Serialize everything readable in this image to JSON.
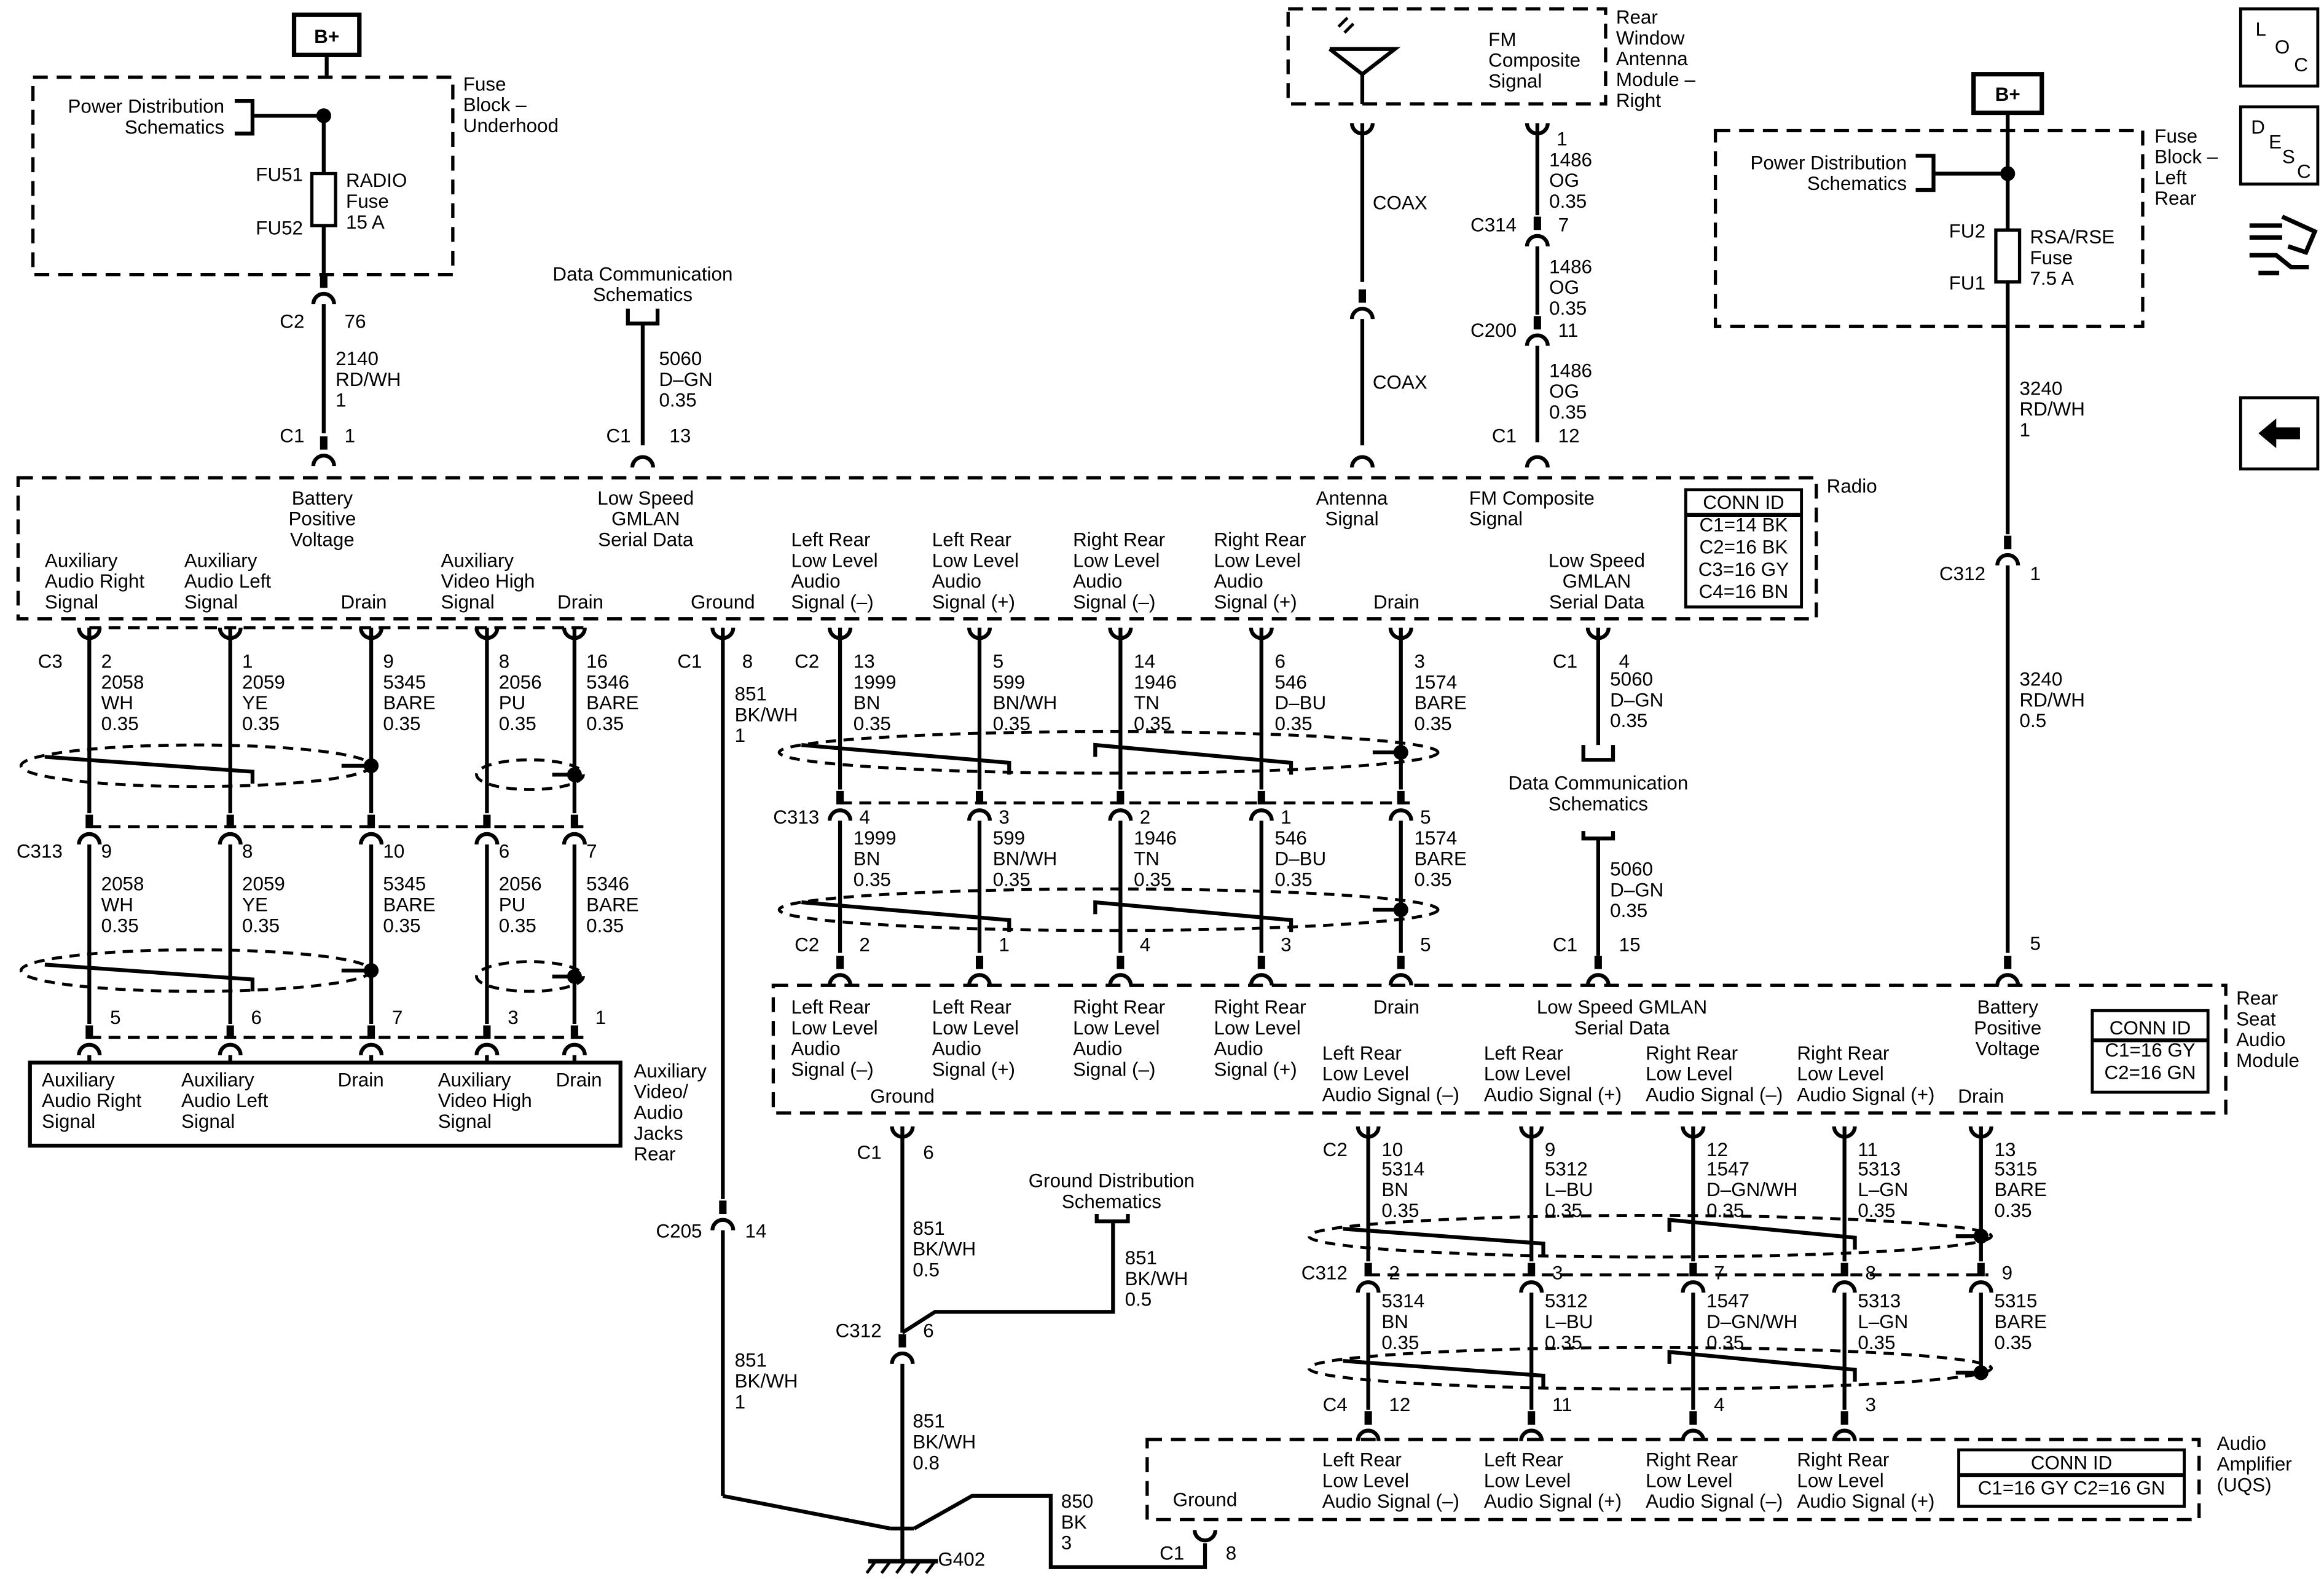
{
  "power_left": {
    "bplus": "B+",
    "power_label": [
      "Power Distribution",
      "Schematics"
    ],
    "fuse_block": [
      "Fuse",
      "Block –",
      "Underhood"
    ],
    "fu_top": "FU51",
    "fu_bottom": "FU52",
    "fuse_text": [
      "RADIO",
      "Fuse",
      "15 A"
    ],
    "c2": "C2",
    "pin76": "76",
    "wire": [
      "2140",
      "RD/WH",
      "1"
    ]
  },
  "data_comm_top": {
    "label": [
      "Data Communication",
      "Schematics"
    ],
    "wire": [
      "5060",
      "D–GN",
      "0.35"
    ]
  },
  "antenna_module": {
    "label": [
      "Rear",
      "Window",
      "Antenna",
      "Module –",
      "Right"
    ],
    "fm_label": [
      "FM",
      "Composite",
      "Signal"
    ],
    "coax": "COAX"
  },
  "fm_wire": {
    "pin1": "1",
    "seg1": [
      "1486",
      "OG",
      "0.35"
    ],
    "c314": "C314",
    "pin7": "7",
    "seg2": [
      "1486",
      "OG",
      "0.35"
    ],
    "c200": "C200",
    "pin11": "11",
    "seg3": [
      "1486",
      "OG",
      "0.35"
    ]
  },
  "power_right": {
    "bplus": "B+",
    "power_label": [
      "Power Distribution",
      "Schematics"
    ],
    "fuse_block": [
      "Fuse",
      "Block –",
      "Left",
      "Rear"
    ],
    "fu_top": "FU2",
    "fu_bottom": "FU1",
    "fuse_text": [
      "RSA/RSE",
      "Fuse",
      "7.5 A"
    ],
    "wire1": [
      "3240",
      "RD/WH",
      "1"
    ],
    "c312": "C312",
    "pin1": "1",
    "wire2": [
      "3240",
      "RD/WH",
      "0.5"
    ],
    "pin5": "5"
  },
  "radio": {
    "title": "Radio",
    "top_labels": [
      [
        "Battery",
        "Positive",
        "Voltage"
      ],
      [
        "Low Speed",
        "GMLAN",
        "Serial Data"
      ],
      [
        "Antenna",
        "Signal"
      ],
      [
        "FM Composite",
        "Signal"
      ]
    ],
    "top_pins": {
      "c1a": "C1",
      "p1": "1",
      "c1b": "C1",
      "p13": "13",
      "c1c": "C1",
      "p12": "12"
    },
    "conn_id": [
      "CONN ID",
      "C1=14 BK",
      "C2=16 BK",
      "C3=16 GY",
      "C4=16 BN"
    ],
    "bottom_labels": [
      [
        "Auxiliary",
        "Audio Right",
        "Signal"
      ],
      [
        "Auxiliary",
        "Audio Left",
        "Signal"
      ],
      [
        "Drain"
      ],
      [
        "Auxiliary",
        "Video High",
        "Signal"
      ],
      [
        "Drain"
      ],
      [
        "Ground"
      ],
      [
        "Left Rear",
        "Low Level",
        "Audio",
        "Signal (–)"
      ],
      [
        "Left Rear",
        "Low Level",
        "Audio",
        "Signal (+)"
      ],
      [
        "Right Rear",
        "Low Level",
        "Audio",
        "Signal (–)"
      ],
      [
        "Right Rear",
        "Low Level",
        "Audio",
        "Signal (+)"
      ],
      [
        "Drain"
      ],
      [
        "Low Speed",
        "GMLAN",
        "Serial Data"
      ]
    ]
  },
  "aux": {
    "c3": "C3",
    "c313": "C313",
    "pins_top": [
      "2",
      "1",
      "9",
      "8",
      "16"
    ],
    "seg1": [
      [
        "2058",
        "WH",
        "0.35"
      ],
      [
        "2059",
        "YE",
        "0.35"
      ],
      [
        "5345",
        "BARE",
        "0.35"
      ],
      [
        "2056",
        "PU",
        "0.35"
      ],
      [
        "5346",
        "BARE",
        "0.35"
      ]
    ],
    "pins_mid": [
      "9",
      "8",
      "10",
      "6",
      "7"
    ],
    "seg2": [
      [
        "2058",
        "WH",
        "0.35"
      ],
      [
        "2059",
        "YE",
        "0.35"
      ],
      [
        "5345",
        "BARE",
        "0.35"
      ],
      [
        "2056",
        "PU",
        "0.35"
      ],
      [
        "5346",
        "BARE",
        "0.35"
      ]
    ],
    "pins_bot": [
      "5",
      "6",
      "7",
      "3",
      "1"
    ],
    "box_labels": [
      [
        "Auxiliary",
        "Audio Right",
        "Signal"
      ],
      [
        "Auxiliary",
        "Audio Left",
        "Signal"
      ],
      [
        "Drain"
      ],
      [
        "Auxiliary",
        "Video High",
        "Signal"
      ],
      [
        "Drain"
      ]
    ],
    "box_title": [
      "Auxiliary",
      "Video/",
      "Audio",
      "Jacks",
      "Rear"
    ]
  },
  "ground": {
    "c1": "C1",
    "p8": "8",
    "wire1": [
      "851",
      "BK/WH",
      "1"
    ],
    "c205": "C205",
    "p14": "14",
    "wire2": [
      "851",
      "BK/WH",
      "1"
    ],
    "g402": "G402",
    "wire850": [
      "850",
      "BK",
      "3"
    ],
    "c1b": "C1",
    "p8b": "8"
  },
  "ground_rsam": {
    "c1": "C1",
    "p6": "6",
    "wire1": [
      "851",
      "BK/WH",
      "0.5"
    ],
    "c312": "C312",
    "p6b": "6",
    "wire2": [
      "851",
      "BK/WH",
      "0.8"
    ],
    "gd_label": [
      "Ground Distribution",
      "Schematics"
    ],
    "gd_wire": [
      "851",
      "BK/WH",
      "0.5"
    ]
  },
  "speakers": {
    "c2": "C2",
    "c313": "C313",
    "c2b": "C2",
    "pins_top": [
      "13",
      "5",
      "14",
      "6",
      "3"
    ],
    "seg1": [
      [
        "1999",
        "BN",
        "0.35"
      ],
      [
        "599",
        "BN/WH",
        "0.35"
      ],
      [
        "1946",
        "TN",
        "0.35"
      ],
      [
        "546",
        "D–BU",
        "0.35"
      ],
      [
        "1574",
        "BARE",
        "0.35"
      ]
    ],
    "pins_mid": [
      "4",
      "3",
      "2",
      "1",
      "5"
    ],
    "seg2": [
      [
        "1999",
        "BN",
        "0.35"
      ],
      [
        "599",
        "BN/WH",
        "0.35"
      ],
      [
        "1946",
        "TN",
        "0.35"
      ],
      [
        "546",
        "D–BU",
        "0.35"
      ],
      [
        "1574",
        "BARE",
        "0.35"
      ]
    ],
    "pins_bot": [
      "2",
      "1",
      "4",
      "3",
      "5"
    ]
  },
  "gmlan": {
    "c1": "C1",
    "p4": "4",
    "wire1": [
      "5060",
      "D–GN",
      "0.35"
    ],
    "label": [
      "Data Communication",
      "Schematics"
    ],
    "wire2": [
      "5060",
      "D–GN",
      "0.35"
    ],
    "c1b": "C1",
    "p15": "15"
  },
  "rsam": {
    "title": [
      "Rear",
      "Seat",
      "Audio",
      "Module"
    ],
    "labels": [
      [
        "Left Rear",
        "Low Level",
        "Audio",
        "Signal (–)"
      ],
      [
        "Left Rear",
        "Low Level",
        "Audio",
        "Signal (+)"
      ],
      [
        "Right Rear",
        "Low Level",
        "Audio",
        "Signal (–)"
      ],
      [
        "Right Rear",
        "Low Level",
        "Audio",
        "Signal (+)"
      ],
      [
        "Drain"
      ],
      [
        "Low Speed GMLAN",
        "Serial Data"
      ],
      [
        "Battery",
        "Positive",
        "Voltage"
      ]
    ],
    "ground": "Ground",
    "conn_id": [
      "CONN ID",
      "C1=16 GY",
      "C2=16 GN"
    ],
    "lower_labels": [
      [
        "Left Rear",
        "Low Level",
        "Audio Signal (–)"
      ],
      [
        "Left Rear",
        "Low Level",
        "Audio Signal (+)"
      ],
      [
        "Right Rear",
        "Low Level",
        "Audio Signal (–)"
      ],
      [
        "Right Rear",
        "Low Level",
        "Audio Signal (+)"
      ],
      [
        "Drain"
      ]
    ]
  },
  "amp_wires": {
    "c2": "C2",
    "c312": "C312",
    "c4": "C4",
    "pins_top": [
      "10",
      "9",
      "12",
      "11",
      "13"
    ],
    "seg1": [
      [
        "5314",
        "BN",
        "0.35"
      ],
      [
        "5312",
        "L–BU",
        "0.35"
      ],
      [
        "1547",
        "D–GN/WH",
        "0.35"
      ],
      [
        "5313",
        "L–GN",
        "0.35"
      ],
      [
        "5315",
        "BARE",
        "0.35"
      ]
    ],
    "pins_mid": [
      "2",
      "3",
      "7",
      "8",
      "9"
    ],
    "seg2": [
      [
        "5314",
        "BN",
        "0.35"
      ],
      [
        "5312",
        "L–BU",
        "0.35"
      ],
      [
        "1547",
        "D–GN/WH",
        "0.35"
      ],
      [
        "5313",
        "L–GN",
        "0.35"
      ],
      [
        "5315",
        "BARE",
        "0.35"
      ]
    ],
    "pins_bot": [
      "12",
      "11",
      "4",
      "3"
    ]
  },
  "amplifier": {
    "title": [
      "Audio",
      "Amplifier",
      "(UQS)"
    ],
    "labels": [
      [
        "Left Rear",
        "Low Level",
        "Audio Signal (–)"
      ],
      [
        "Left Rear",
        "Low Level",
        "Audio Signal (+)"
      ],
      [
        "Right Rear",
        "Low Level",
        "Audio Signal (–)"
      ],
      [
        "Right Rear",
        "Low Level",
        "Audio Signal (+)"
      ]
    ],
    "ground": "Ground",
    "conn_id": [
      "CONN ID",
      "C1=16 GY   C2=16 GN"
    ]
  },
  "nav": {
    "loc": [
      "L",
      "O",
      "C"
    ],
    "desc": [
      "D",
      "E",
      "S",
      "C"
    ]
  }
}
